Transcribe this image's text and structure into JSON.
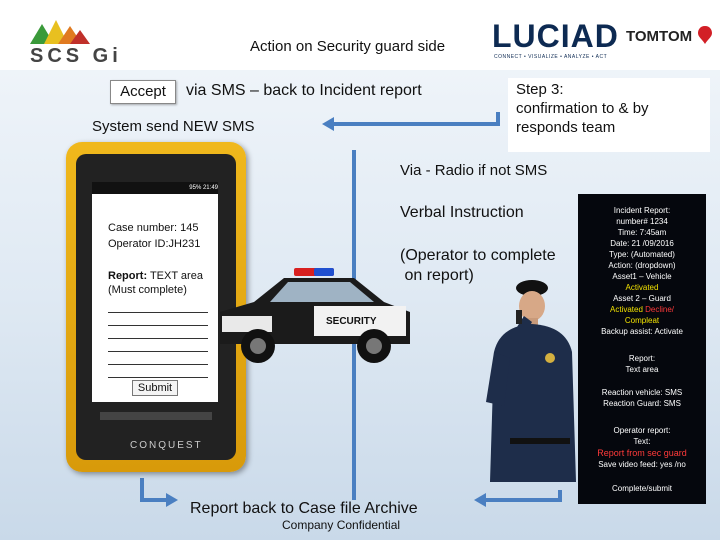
{
  "logos": {
    "scs": "SCS Gi",
    "luciad": "LUCIAD",
    "luciad_tagline": "CONNECT • VISUALIZE • ANALYZE • ACT",
    "tomtom": "TOMTOM"
  },
  "header": {
    "title": "Action on Security guard side"
  },
  "accept_label": "Accept",
  "via_sms": "via SMS – back to Incident report",
  "system_sms": "System send NEW SMS",
  "step3": [
    "Step 3:",
    "confirmation to & by",
    "responds team"
  ],
  "via_radio": "Via - Radio if not SMS",
  "verbal": "Verbal Instruction",
  "operator_note": [
    "(Operator to complete",
    " on report)"
  ],
  "phone": {
    "status": "95% 21:49",
    "case_number": "Case number: 145",
    "operator_id": "Operator ID:JH231",
    "report_label": "Report:",
    "report_value": " TEXT area",
    "must": "(Must complete)",
    "submit": "Submit",
    "brand": "CONQUEST"
  },
  "incident_panel": {
    "title": "Incident Report:",
    "number": "number# 1234",
    "time": "Time: 7:45am",
    "date": "Date: 21 /09/2016",
    "type": "Type: (Automated)",
    "action": "Action: (dropdown)",
    "asset1": "Asset1 – Vehicle",
    "asset1_status": "Activated",
    "asset2": "Asset 2 – Guard",
    "asset2_status_a": "Activated",
    "asset2_status_b": " Decline/",
    "asset2_status_c": "Compleat",
    "backup": "Backup assist: Activate",
    "report": "Report:",
    "text_area": "Text area",
    "reaction_vehicle": "Reaction vehicle: SMS",
    "reaction_guard": "Reaction Guard: SMS",
    "operator_report": "Operator report:",
    "text": "Text:",
    "from_guard": "Report from sec guard",
    "video": "Save video feed: yes /no",
    "complete": "Complete/submit"
  },
  "footer": {
    "report_back": "Report back to Case file Archive",
    "confidential": "Company Confidential"
  },
  "colors": {
    "accent_blue": "#4a7fc1",
    "panel_bg": "#05070d",
    "highlight_yellow": "#f2e200",
    "alert_red": "#ff3a3a"
  }
}
